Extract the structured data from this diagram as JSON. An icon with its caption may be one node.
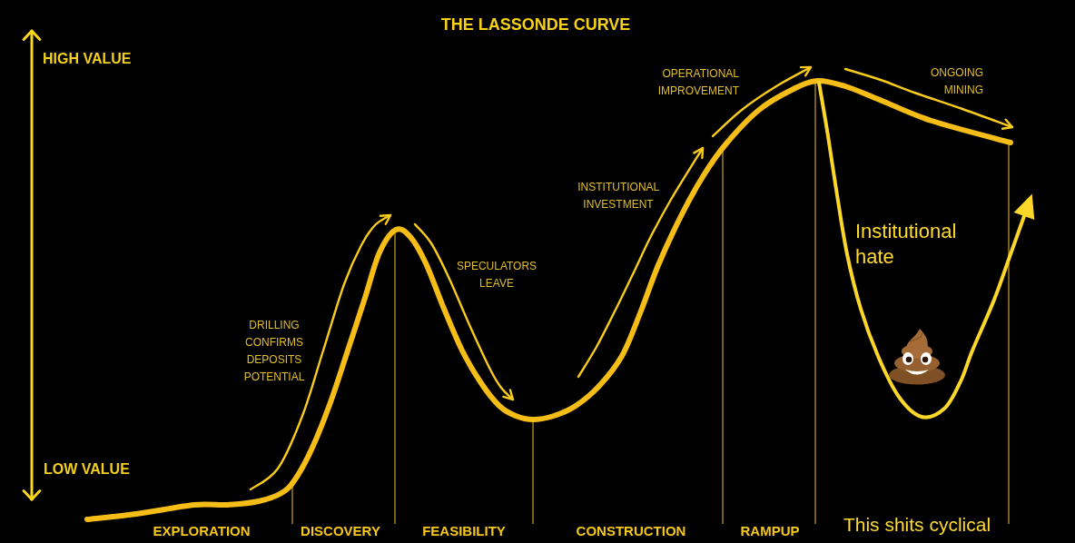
{
  "diagram": {
    "title": "THE LASSONDE CURVE",
    "labels": [
      "HIGH VALUE",
      "OPERATIONAL IMPROVEMENT",
      "ONGOING MINING",
      "INSTITUTIONAL INVESTMENT",
      "Institutional hate",
      "SPECULATORS LEAVE",
      "DRILLING CONFIRMS DEPOSITS POTENTIAL",
      "LOW VALUE",
      "EXPLORATION",
      "DISCOVERY",
      "FEASIBILITY",
      "CONSTRUCTION",
      "RAMPUP",
      "This shits cyclical"
    ]
  }
}
